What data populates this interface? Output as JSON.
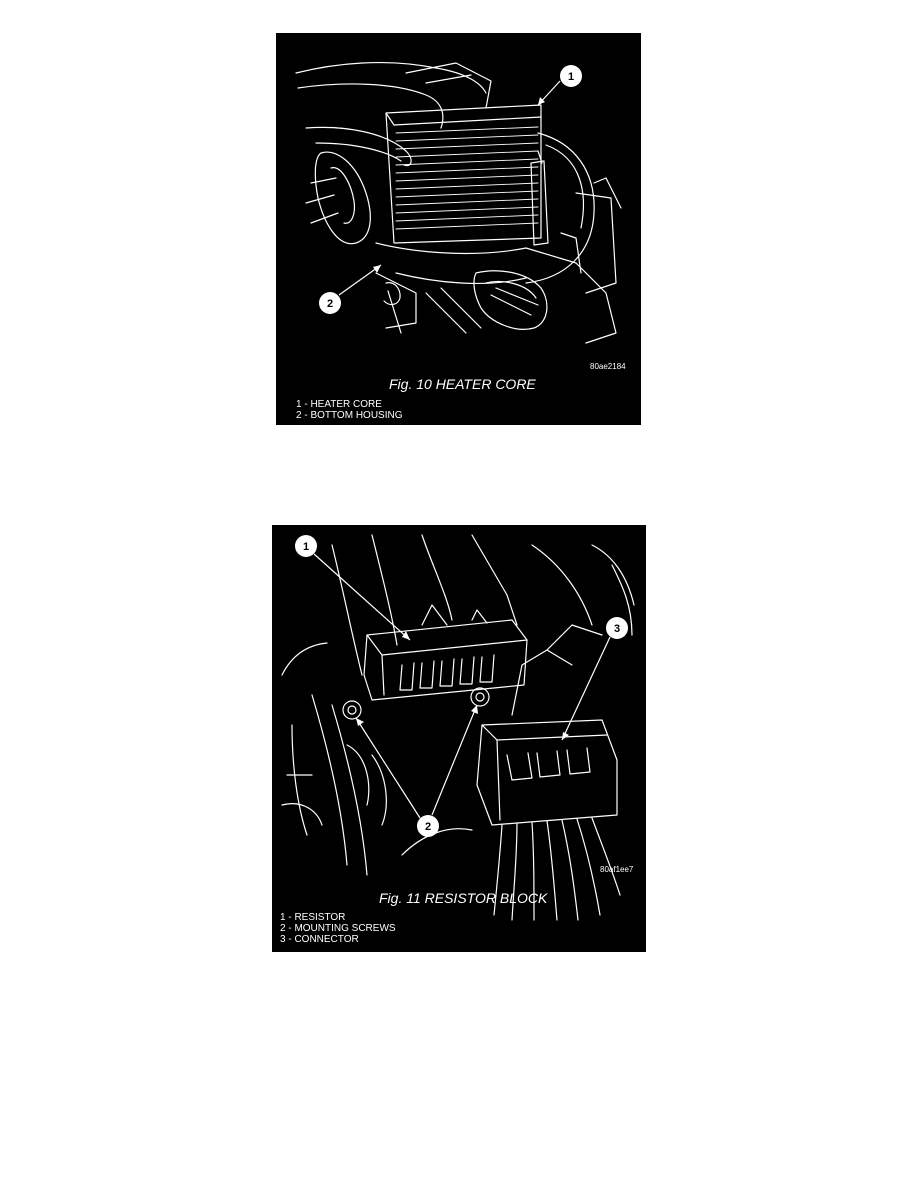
{
  "figures": [
    {
      "code": "80ae2184",
      "caption": "Fig. 10 HEATER CORE",
      "callouts": [
        "1",
        "2"
      ],
      "legend": [
        "1 - HEATER CORE",
        "2 - BOTTOM HOUSING"
      ]
    },
    {
      "code": "80af1ee7",
      "caption": "Fig. 11 RESISTOR BLOCK",
      "callouts": [
        "1",
        "2",
        "3"
      ],
      "legend": [
        "1 - RESISTOR",
        "2 - MOUNTING SCREWS",
        "3 - CONNECTOR"
      ]
    }
  ]
}
